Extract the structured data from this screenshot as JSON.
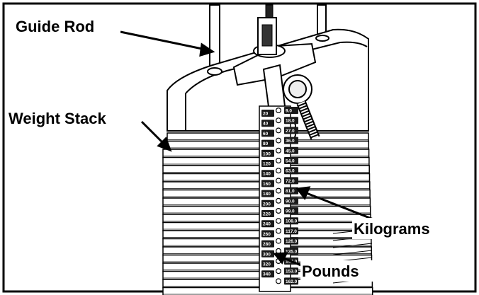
{
  "labels": {
    "guide_rod": "Guide Rod",
    "weight_stack": "Weight Stack",
    "kilograms": "Kilograms",
    "pounds": "Pounds"
  },
  "scale": {
    "pounds": [
      "20",
      "40",
      "60",
      "80",
      "100",
      "120",
      "140",
      "160",
      "180",
      "200",
      "220",
      "240",
      "260",
      "280",
      "300",
      "320",
      "340"
    ],
    "kilograms": [
      "9.0",
      "18.0",
      "27.0",
      "36.0",
      "45.0",
      "54.0",
      "63.0",
      "72.0",
      "81.0",
      "90.0",
      "99.0",
      "108.0",
      "117.0",
      "126.0",
      "135.0",
      "144.0",
      "153.0",
      "162.0"
    ]
  },
  "colors": {
    "line": "#000000",
    "fill": "#ffffff",
    "tag": "#1a1a1a"
  }
}
